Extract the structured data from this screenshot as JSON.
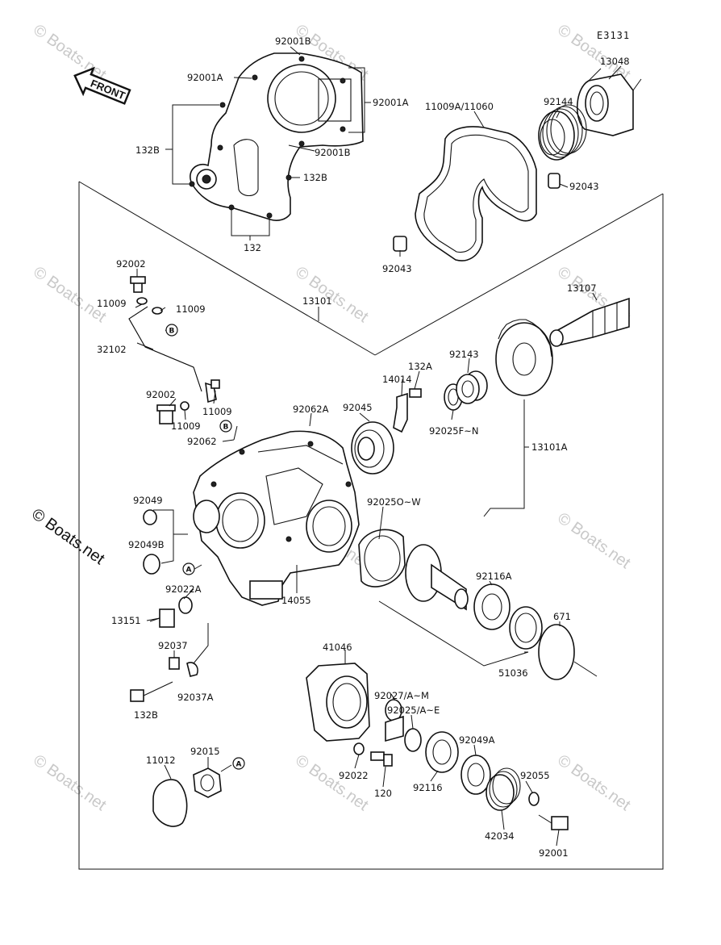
{
  "diagram_code": "E3131",
  "front_label": "FRONT",
  "watermark": "© Boats.net",
  "side_watermark": "© Boats.net",
  "callouts": [
    "A",
    "B"
  ],
  "parts": {
    "p92001B_top": "92001B",
    "p92001A_left": "92001A",
    "p92001A_right": "92001A",
    "p132B_left": "132B",
    "p92001B_mid": "92001B",
    "p132B_right": "132B",
    "p132": "132",
    "p11009A": "11009A/11060",
    "p92144": "92144",
    "p13048": "13048",
    "p92043_right": "92043",
    "p92043_low": "92043",
    "p92002_top": "92002",
    "p11009_a": "11009",
    "p11009_b": "11009",
    "p13101": "13101",
    "p13107": "13107",
    "p32102": "32102",
    "p132A": "132A",
    "p14014": "14014",
    "p92143": "92143",
    "p92002_mid": "92002",
    "p11009_c": "11009",
    "p11009_d": "11009",
    "p92062A": "92062A",
    "p92045": "92045",
    "p92025FN": "92025F~N",
    "p92062": "92062",
    "p13101A": "13101A",
    "p92049": "92049",
    "p92025OW": "92025O~W",
    "p92049B": "92049B",
    "p92116A": "92116A",
    "p92022A": "92022A",
    "p14055": "14055",
    "p671": "671",
    "p13151": "13151",
    "p92037": "92037",
    "p51036": "51036",
    "p41046": "41046",
    "p132B_low": "132B",
    "p92037A": "92037A",
    "p92027": "92027/A~M",
    "p92025AE": "92025/A~E",
    "p92015": "92015",
    "p11012": "11012",
    "p92049A": "92049A",
    "p92022": "92022",
    "p120": "120",
    "p92116": "92116",
    "p92055": "92055",
    "p42034": "42034",
    "p92001": "92001"
  }
}
